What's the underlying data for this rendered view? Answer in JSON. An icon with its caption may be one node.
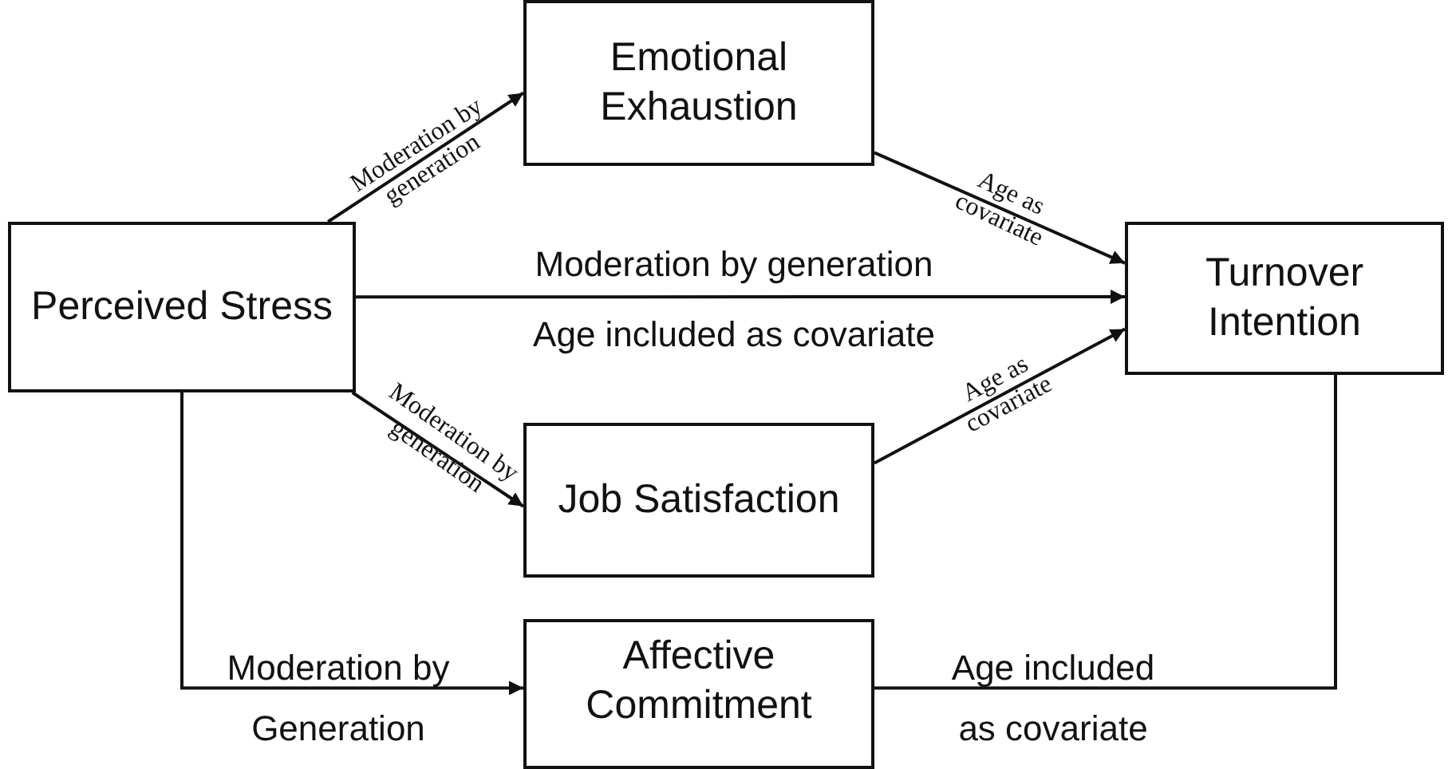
{
  "diagram": {
    "nodes": [
      {
        "text": [
          "Perceived Stress"
        ]
      },
      {
        "text": [
          "Emotional Exhaustion"
        ]
      },
      {
        "text": [
          "Job Satisfaction"
        ]
      },
      {
        "text": [
          "Affective Commitment"
        ]
      },
      {
        "text": [
          "Turnover Intention"
        ]
      }
    ],
    "edges": [
      {
        "from": 0,
        "to": 1,
        "arrow": "to",
        "label": "Moderation by generation"
      },
      {
        "from": 1,
        "to": 4,
        "arrow": "to",
        "label": "Age as covariate"
      },
      {
        "from": 0,
        "to": 4,
        "arrow": "to",
        "label": "Moderation by generation"
      },
      {
        "from": 0,
        "to": 2,
        "arrow": "to",
        "label": "Moderation by generation"
      },
      {
        "from": 2,
        "to": 4,
        "arrow": "to",
        "label": "Age as covariate"
      },
      {
        "from": 0,
        "to": 3,
        "arrow": "to",
        "label": "Moderation by Generation"
      },
      {
        "from": 3,
        "to": 4,
        "arrow": "none",
        "label": "Age included as covariate"
      }
    ],
    "labels": [
      "Age included as covariate"
    ]
  }
}
